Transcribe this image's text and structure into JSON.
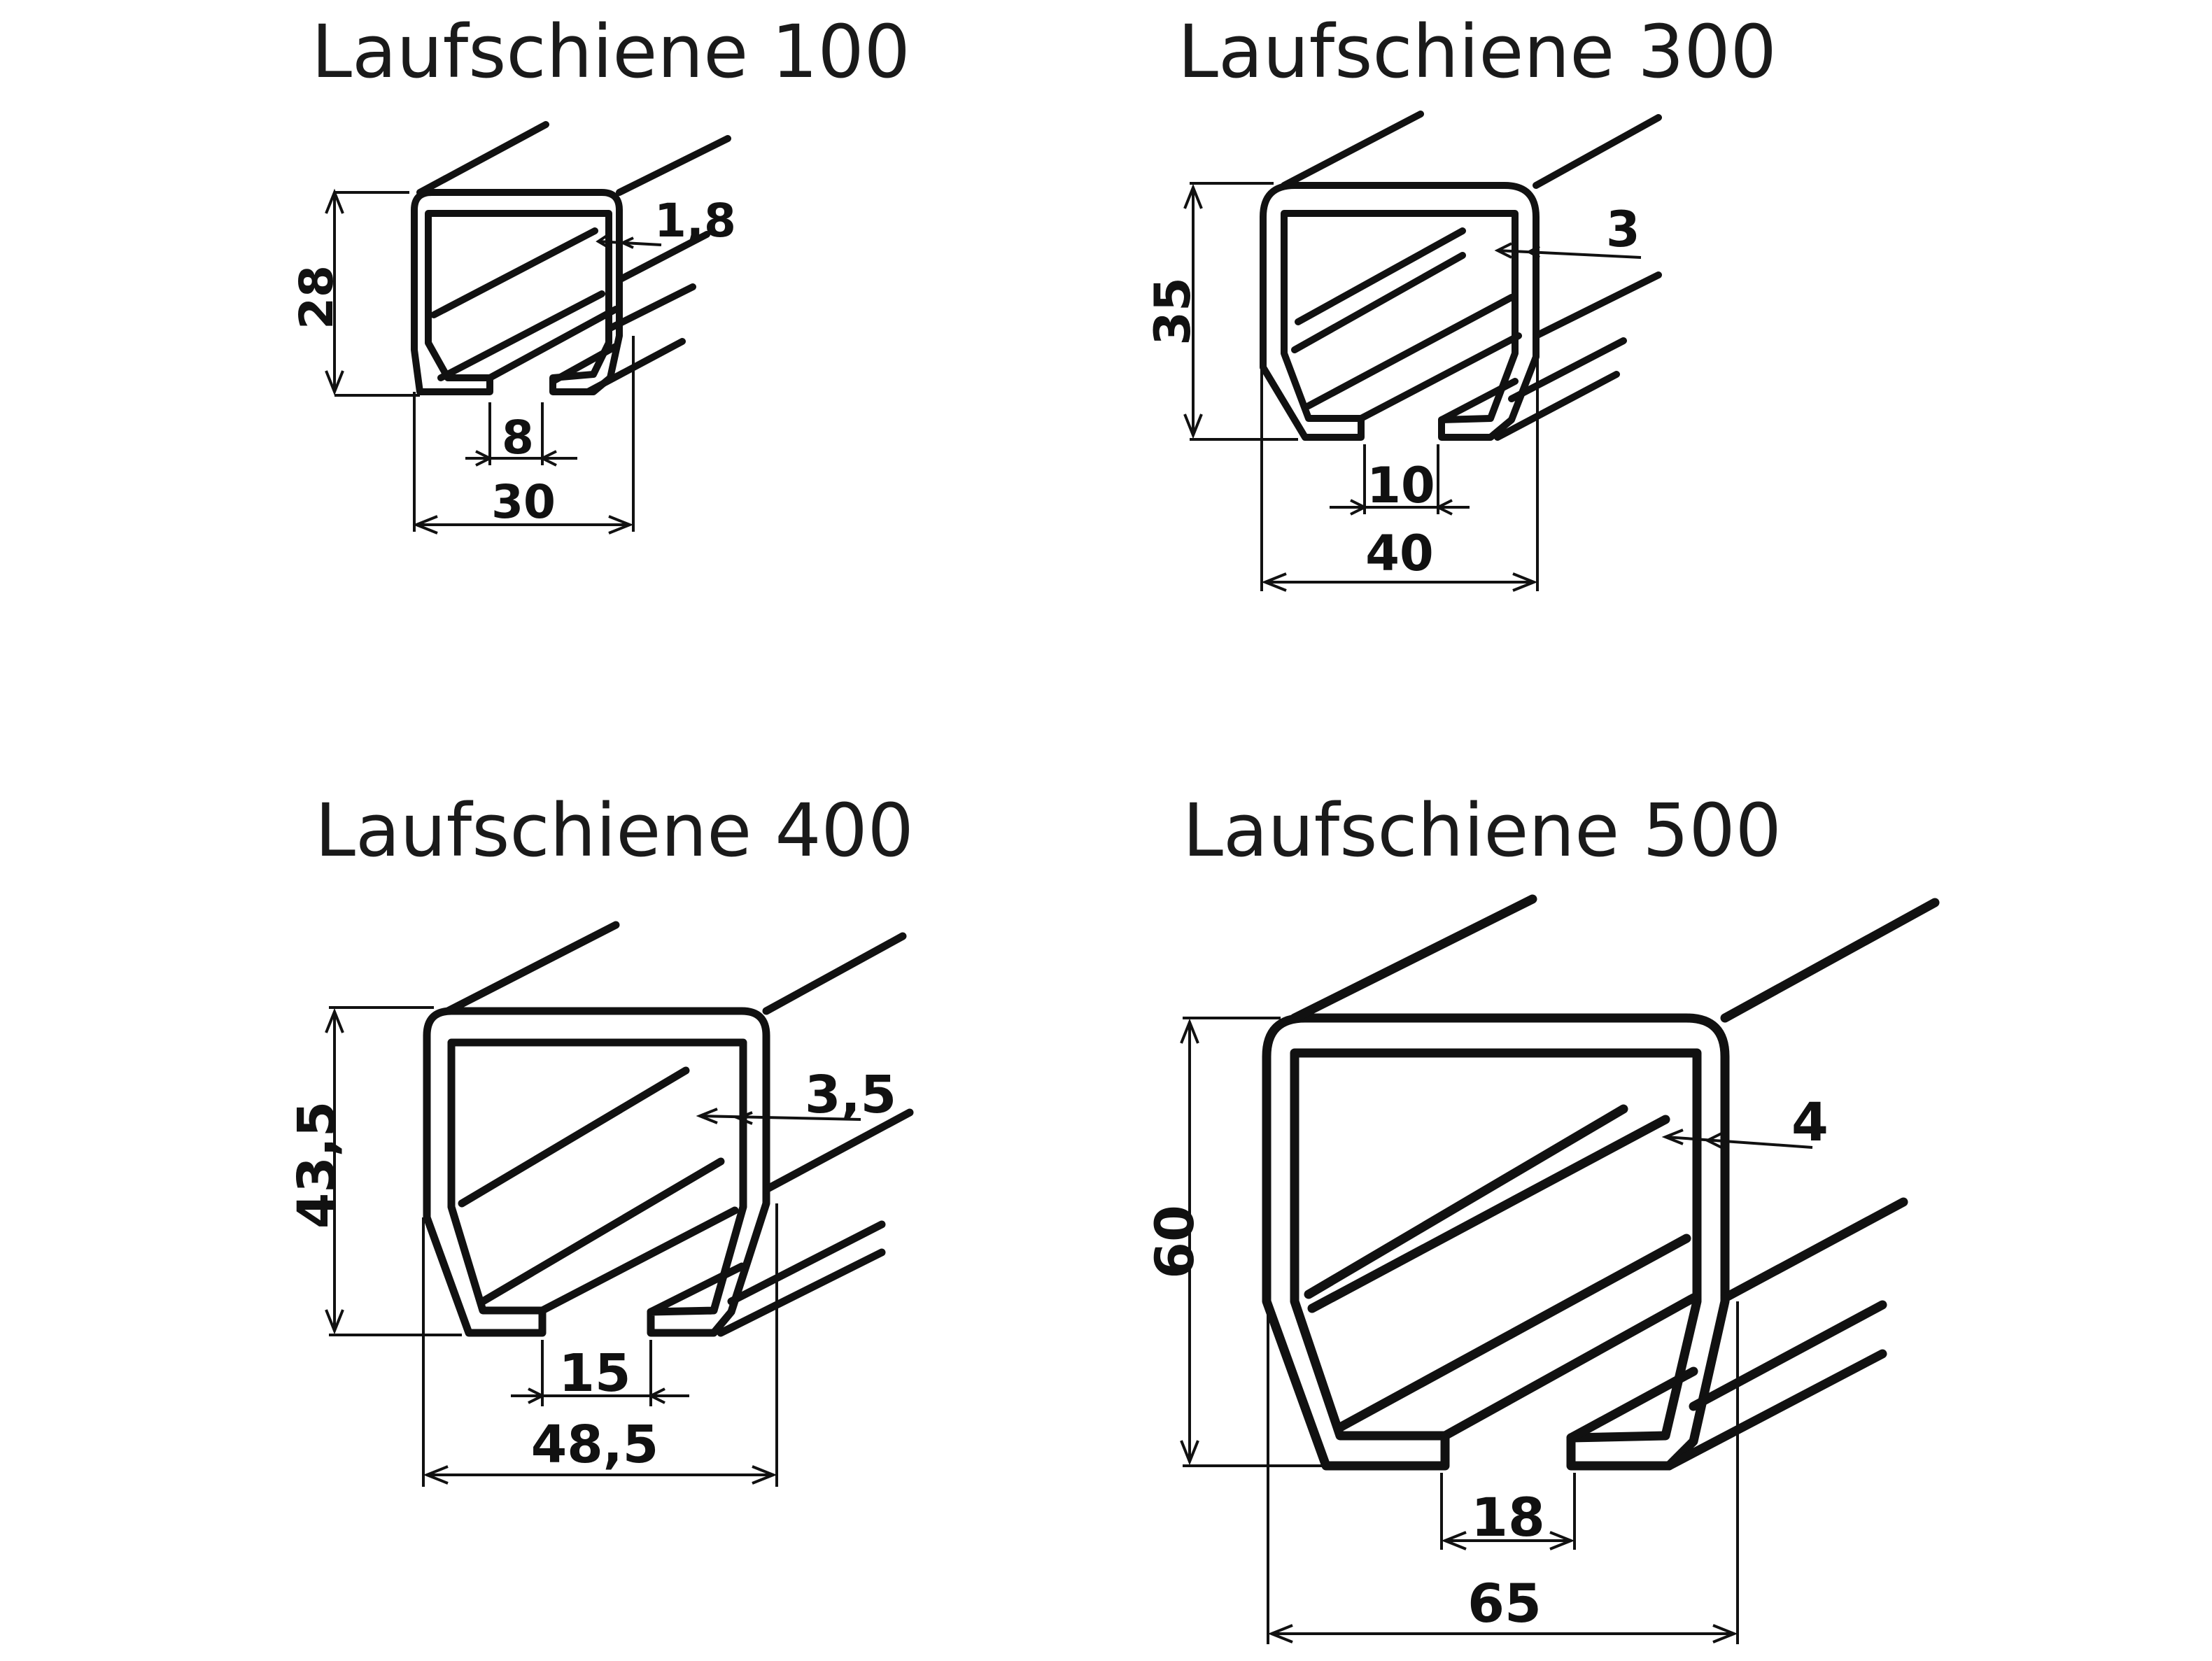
{
  "profiles": [
    {
      "title": "Laufschiene 100",
      "height": "28",
      "thickness": "1,8",
      "slot": "8",
      "width": "30"
    },
    {
      "title": "Laufschiene 300",
      "height": "35",
      "thickness": "3",
      "slot": "10",
      "width": "40"
    },
    {
      "title": "Laufschiene 400",
      "height": "43,5",
      "thickness": "3,5",
      "slot": "15",
      "width": "48,5"
    },
    {
      "title": "Laufschiene 500",
      "height": "60",
      "thickness": "4",
      "slot": "18",
      "width": "65"
    }
  ],
  "colors": {
    "ink": "#111111",
    "background": "#ffffff"
  }
}
